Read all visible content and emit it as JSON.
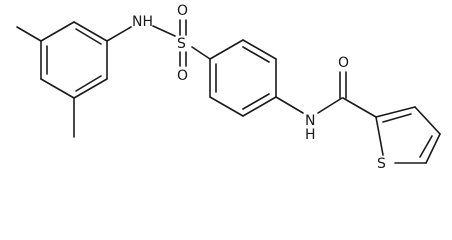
{
  "diagram": {
    "type": "chemical-structure",
    "atom_labels": {
      "nh_sulfonamide": "NH",
      "sulfur": "S",
      "oxygen_top": "O",
      "oxygen_bottom": "O",
      "nh_amide": "N",
      "nh_amide_h": "H",
      "oxygen_carbonyl": "O",
      "sulfur_thiophene": "S"
    }
  }
}
